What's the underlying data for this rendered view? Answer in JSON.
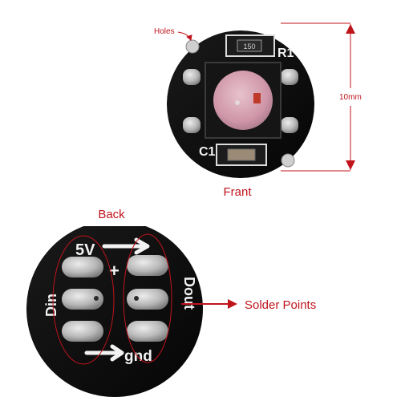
{
  "front": {
    "holes_label": "Holes",
    "dimension_label": "10mm",
    "caption": "Frant",
    "resistor_mark": "R1",
    "resistor_code": "150",
    "capacitor_mark": "C1"
  },
  "back": {
    "caption": "Back",
    "label_5v": "5V",
    "label_plus": "+",
    "label_din": "Din",
    "label_dout": "Dout",
    "label_gnd": "gnd",
    "solder_label": "Solder Points"
  },
  "colors": {
    "annotation": "#c0141c",
    "board": "#0a0a0a",
    "pad": "#c4c4c4",
    "led_lens": "#cf96a8"
  }
}
